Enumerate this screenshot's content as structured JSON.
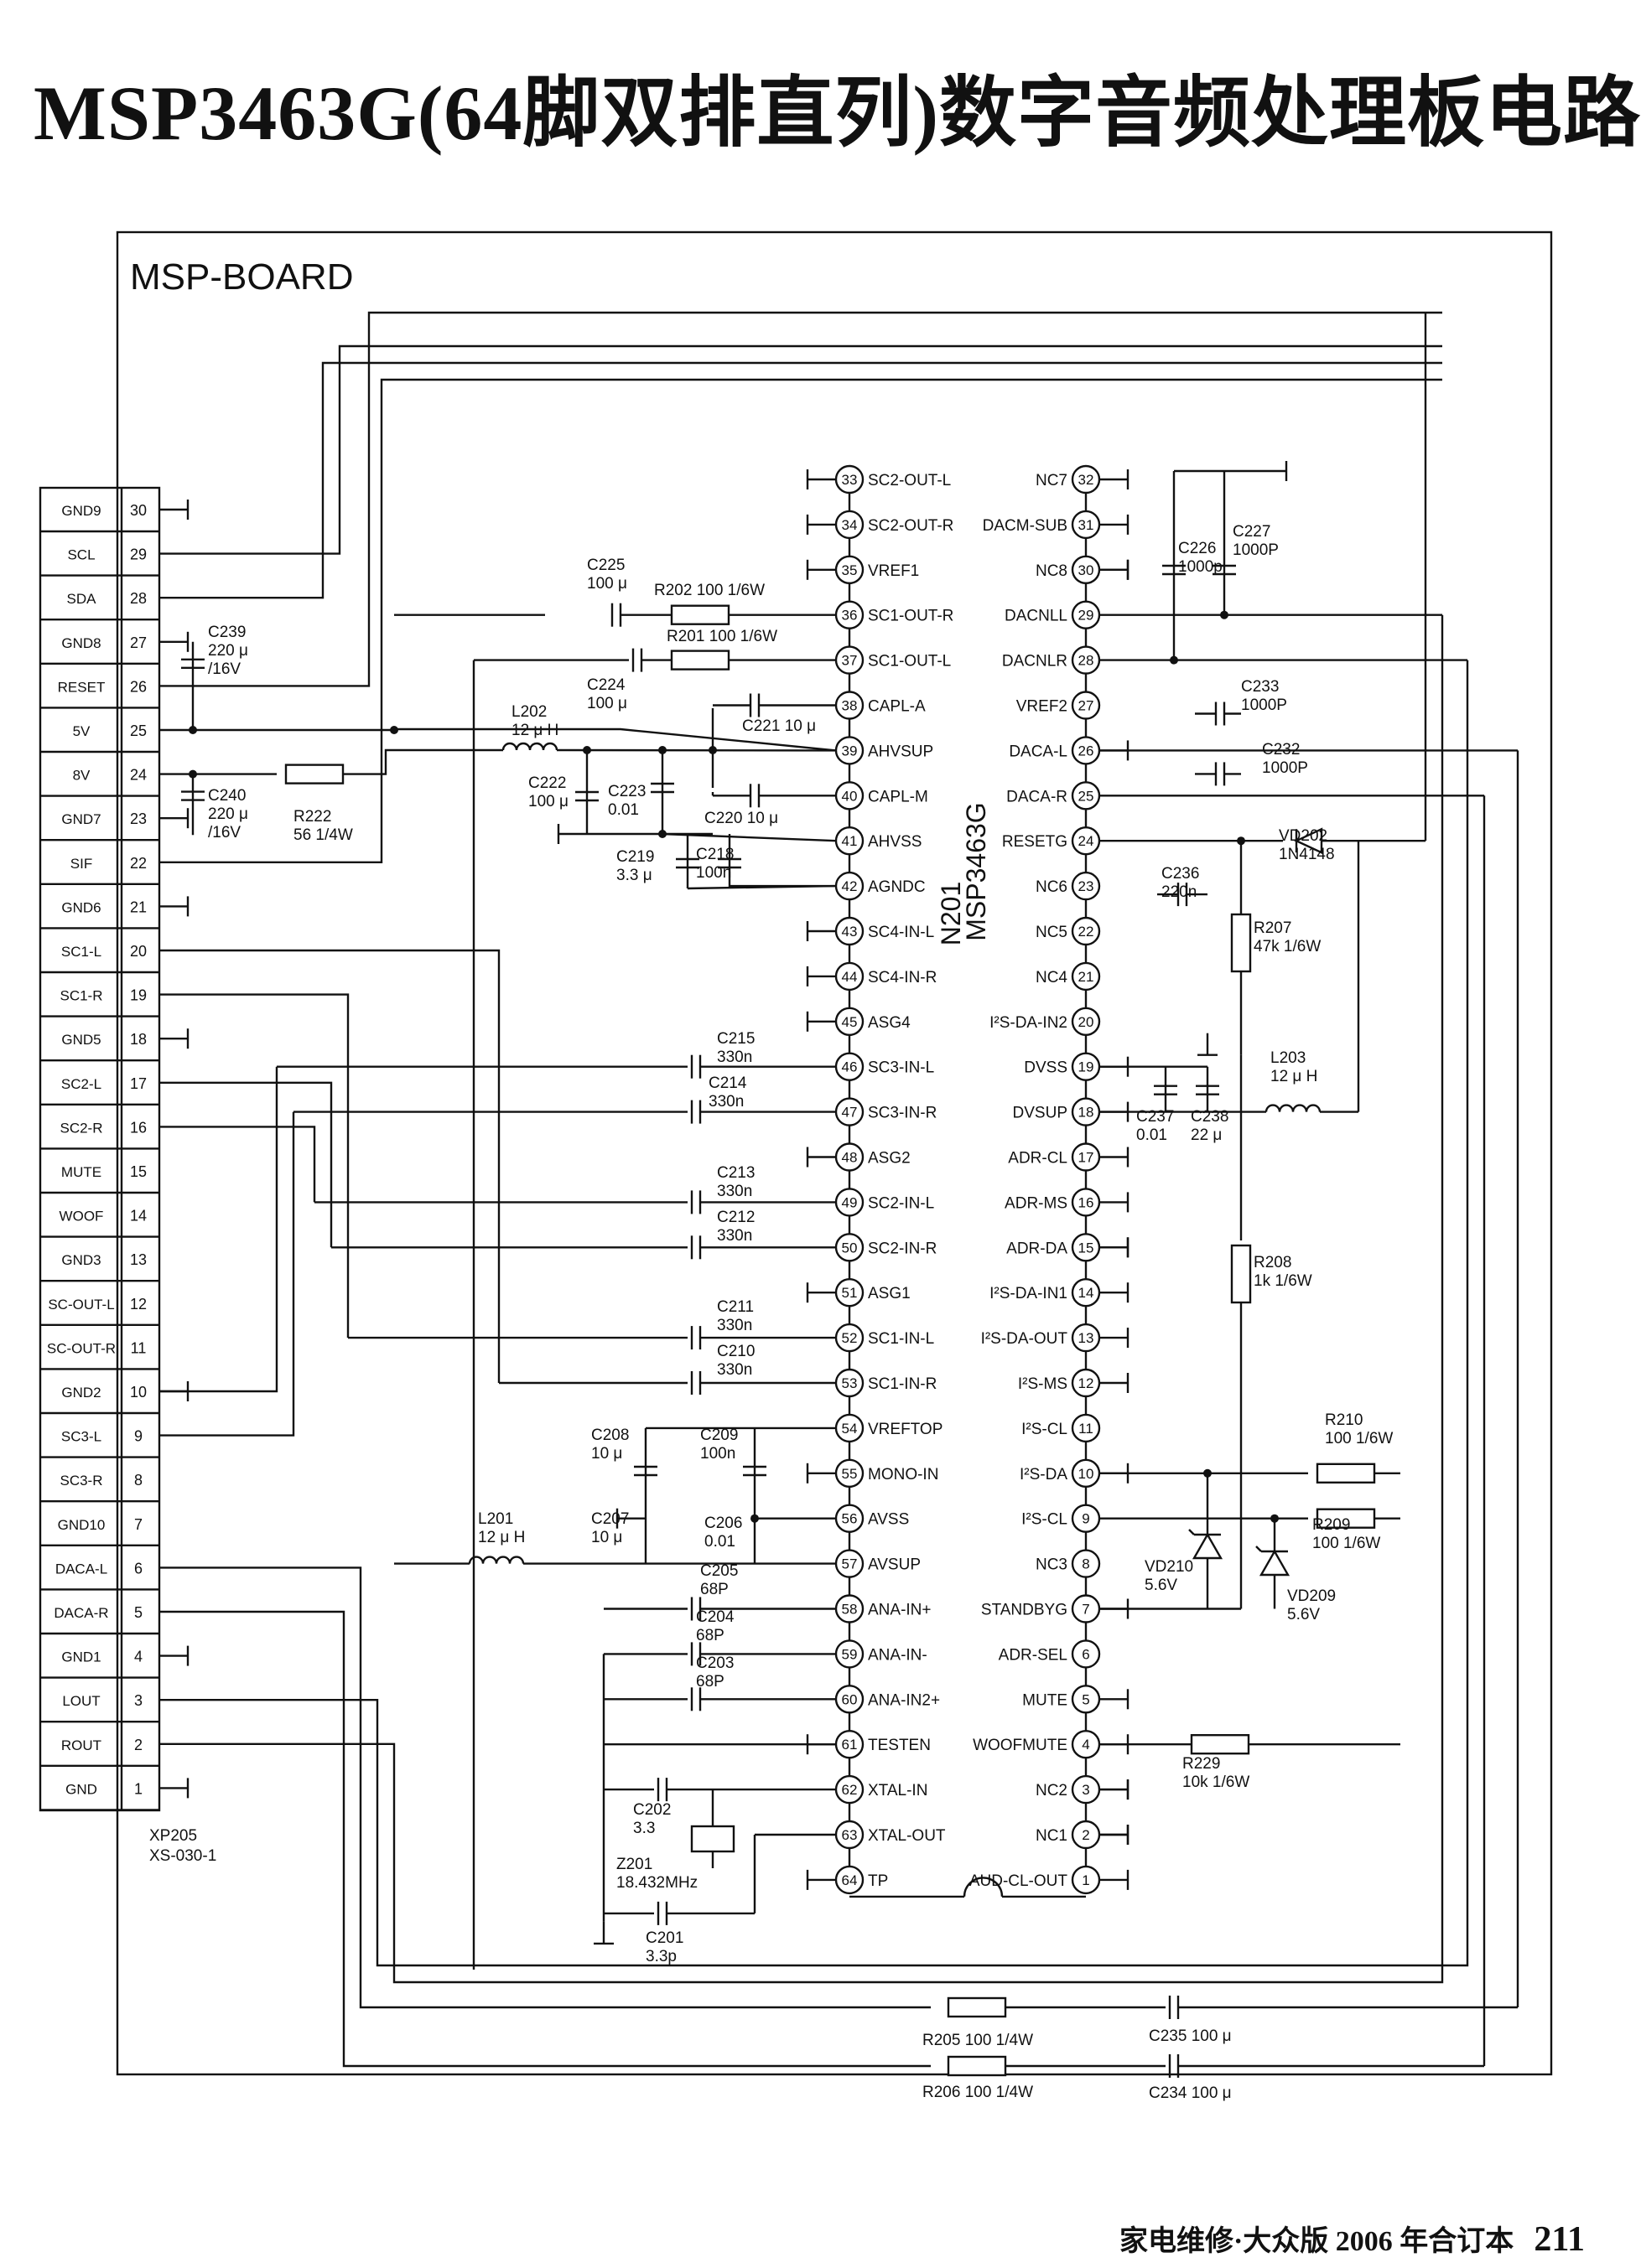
{
  "title": "MSP3463G(64脚双排直列)数字音频处理板电路",
  "board_label": "MSP-BOARD",
  "connector": {
    "ref": "XP205",
    "part": "XS-030-1",
    "pins": [
      {
        "no": "30",
        "name": "GND9"
      },
      {
        "no": "29",
        "name": "SCL"
      },
      {
        "no": "28",
        "name": "SDA"
      },
      {
        "no": "27",
        "name": "GND8"
      },
      {
        "no": "26",
        "name": "RESET"
      },
      {
        "no": "25",
        "name": "5V"
      },
      {
        "no": "24",
        "name": "8V"
      },
      {
        "no": "23",
        "name": "GND7"
      },
      {
        "no": "22",
        "name": "SIF"
      },
      {
        "no": "21",
        "name": "GND6"
      },
      {
        "no": "20",
        "name": "SC1-L"
      },
      {
        "no": "19",
        "name": "SC1-R"
      },
      {
        "no": "18",
        "name": "GND5"
      },
      {
        "no": "17",
        "name": "SC2-L"
      },
      {
        "no": "16",
        "name": "SC2-R"
      },
      {
        "no": "15",
        "name": "MUTE"
      },
      {
        "no": "14",
        "name": "WOOF"
      },
      {
        "no": "13",
        "name": "GND3"
      },
      {
        "no": "12",
        "name": "SC-OUT-L"
      },
      {
        "no": "11",
        "name": "SC-OUT-R"
      },
      {
        "no": "10",
        "name": "GND2"
      },
      {
        "no": "9",
        "name": "SC3-L"
      },
      {
        "no": "8",
        "name": "SC3-R"
      },
      {
        "no": "7",
        "name": "GND10"
      },
      {
        "no": "6",
        "name": "DACA-L"
      },
      {
        "no": "5",
        "name": "DACA-R"
      },
      {
        "no": "4",
        "name": "GND1"
      },
      {
        "no": "3",
        "name": "LOUT"
      },
      {
        "no": "2",
        "name": "ROUT"
      },
      {
        "no": "1",
        "name": "GND"
      }
    ]
  },
  "ic": {
    "ref": "N201",
    "part": "MSP3463G",
    "left_pins": [
      {
        "no": "33",
        "name": "SC2-OUT-L"
      },
      {
        "no": "34",
        "name": "SC2-OUT-R"
      },
      {
        "no": "35",
        "name": "VREF1"
      },
      {
        "no": "36",
        "name": "SC1-OUT-R"
      },
      {
        "no": "37",
        "name": "SC1-OUT-L"
      },
      {
        "no": "38",
        "name": "CAPL-A"
      },
      {
        "no": "39",
        "name": "AHVSUP"
      },
      {
        "no": "40",
        "name": "CAPL-M"
      },
      {
        "no": "41",
        "name": "AHVSS"
      },
      {
        "no": "42",
        "name": "AGNDC"
      },
      {
        "no": "43",
        "name": "SC4-IN-L"
      },
      {
        "no": "44",
        "name": "SC4-IN-R"
      },
      {
        "no": "45",
        "name": "ASG4"
      },
      {
        "no": "46",
        "name": "SC3-IN-L"
      },
      {
        "no": "47",
        "name": "SC3-IN-R"
      },
      {
        "no": "48",
        "name": "ASG2"
      },
      {
        "no": "49",
        "name": "SC2-IN-L"
      },
      {
        "no": "50",
        "name": "SC2-IN-R"
      },
      {
        "no": "51",
        "name": "ASG1"
      },
      {
        "no": "52",
        "name": "SC1-IN-L"
      },
      {
        "no": "53",
        "name": "SC1-IN-R"
      },
      {
        "no": "54",
        "name": "VREFTOP"
      },
      {
        "no": "55",
        "name": "MONO-IN"
      },
      {
        "no": "56",
        "name": "AVSS"
      },
      {
        "no": "57",
        "name": "AVSUP"
      },
      {
        "no": "58",
        "name": "ANA-IN+"
      },
      {
        "no": "59",
        "name": "ANA-IN-"
      },
      {
        "no": "60",
        "name": "ANA-IN2+"
      },
      {
        "no": "61",
        "name": "TESTEN"
      },
      {
        "no": "62",
        "name": "XTAL-IN"
      },
      {
        "no": "63",
        "name": "XTAL-OUT"
      },
      {
        "no": "64",
        "name": "TP"
      }
    ],
    "right_pins": [
      {
        "no": "32",
        "name": "NC7"
      },
      {
        "no": "31",
        "name": "DACM-SUB"
      },
      {
        "no": "30",
        "name": "NC8"
      },
      {
        "no": "29",
        "name": "DACNLL"
      },
      {
        "no": "28",
        "name": "DACNLR"
      },
      {
        "no": "27",
        "name": "VREF2"
      },
      {
        "no": "26",
        "name": "DACA-L"
      },
      {
        "no": "25",
        "name": "DACA-R"
      },
      {
        "no": "24",
        "name": "RESETG"
      },
      {
        "no": "23",
        "name": "NC6"
      },
      {
        "no": "22",
        "name": "NC5"
      },
      {
        "no": "21",
        "name": "NC4"
      },
      {
        "no": "20",
        "name": "I²S-DA-IN2"
      },
      {
        "no": "19",
        "name": "DVSS"
      },
      {
        "no": "18",
        "name": "DVSUP"
      },
      {
        "no": "17",
        "name": "ADR-CL"
      },
      {
        "no": "16",
        "name": "ADR-MS"
      },
      {
        "no": "15",
        "name": "ADR-DA"
      },
      {
        "no": "14",
        "name": "I²S-DA-IN1"
      },
      {
        "no": "13",
        "name": "I²S-DA-OUT"
      },
      {
        "no": "12",
        "name": "I²S-MS"
      },
      {
        "no": "11",
        "name": "I²S-CL"
      },
      {
        "no": "10",
        "name": "I²S-DA"
      },
      {
        "no": "9",
        "name": "I²S-CL"
      },
      {
        "no": "8",
        "name": "NC3"
      },
      {
        "no": "7",
        "name": "STANDBYG"
      },
      {
        "no": "6",
        "name": "ADR-SEL"
      },
      {
        "no": "5",
        "name": "MUTE"
      },
      {
        "no": "4",
        "name": "WOOFMUTE"
      },
      {
        "no": "3",
        "name": "NC2"
      },
      {
        "no": "2",
        "name": "NC1"
      },
      {
        "no": "1",
        "name": "AUD-CL-OUT"
      }
    ]
  },
  "components": {
    "c225": [
      "C225",
      "100 μ"
    ],
    "r202": [
      "R202 100 1/6W"
    ],
    "r201": [
      "R201 100 1/6W"
    ],
    "c224": [
      "C224",
      "100 μ"
    ],
    "c221": [
      "C221 10 μ"
    ],
    "c220": [
      "C220 10 μ"
    ],
    "l202": [
      "L202",
      "12 μ H"
    ],
    "c222": [
      "C222",
      "100 μ"
    ],
    "c223": [
      "C223",
      "0.01"
    ],
    "c219": [
      "C219",
      "3.3 μ"
    ],
    "c218": [
      "C218",
      "100n"
    ],
    "c239": [
      "C239",
      "220 μ",
      "/16V"
    ],
    "c240": [
      "C240",
      "220 μ",
      "/16V"
    ],
    "r222": [
      "R222",
      "56 1/4W"
    ],
    "c215": [
      "C215",
      "330n"
    ],
    "c214": [
      "C214",
      "330n"
    ],
    "c213": [
      "C213",
      "330n"
    ],
    "c212": [
      "C212",
      "330n"
    ],
    "c211": [
      "C211",
      "330n"
    ],
    "c210": [
      "C210",
      "330n"
    ],
    "c208": [
      "C208",
      "10 μ"
    ],
    "c209": [
      "C209",
      "100n"
    ],
    "c207": [
      "C207",
      "10 μ"
    ],
    "c206": [
      "C206",
      "0.01"
    ],
    "l201": [
      "L201",
      "12 μ H"
    ],
    "c205": [
      "C205",
      "68P"
    ],
    "c204": [
      "C204",
      "68P"
    ],
    "c203": [
      "C203",
      "68P"
    ],
    "c202": [
      "C202",
      "3.3"
    ],
    "z201": [
      "Z201",
      "18.432MHz"
    ],
    "c201": [
      "C201",
      "3.3p"
    ],
    "c226": [
      "C226",
      "1000p"
    ],
    "c227": [
      "C227",
      "1000P"
    ],
    "c233": [
      "C233",
      "1000P"
    ],
    "c232": [
      "C232",
      "1000P"
    ],
    "vd202": [
      "VD202",
      "1N4148"
    ],
    "c236": [
      "C236",
      "220n"
    ],
    "r207": [
      "R207",
      "47k 1/6W"
    ],
    "l203": [
      "L203",
      "12 μ H"
    ],
    "c237": [
      "C237",
      "0.01"
    ],
    "c238": [
      "C238",
      "22 μ"
    ],
    "r208": [
      "R208",
      "1k 1/6W"
    ],
    "r210": [
      "R210",
      "100 1/6W"
    ],
    "r209": [
      "R209",
      "100 1/6W"
    ],
    "vd210": [
      "VD210",
      "5.6V"
    ],
    "vd209": [
      "VD209",
      "5.6V"
    ],
    "r229": [
      "R229",
      "10k 1/6W"
    ],
    "r205": [
      "R205 100 1/4W"
    ],
    "c235": [
      "C235 100 μ"
    ],
    "r206": [
      "R206 100 1/4W"
    ],
    "c234": [
      "C234 100 μ"
    ]
  },
  "footer": {
    "text": "家电维修·大众版 2006 年合订本",
    "page": "211"
  }
}
